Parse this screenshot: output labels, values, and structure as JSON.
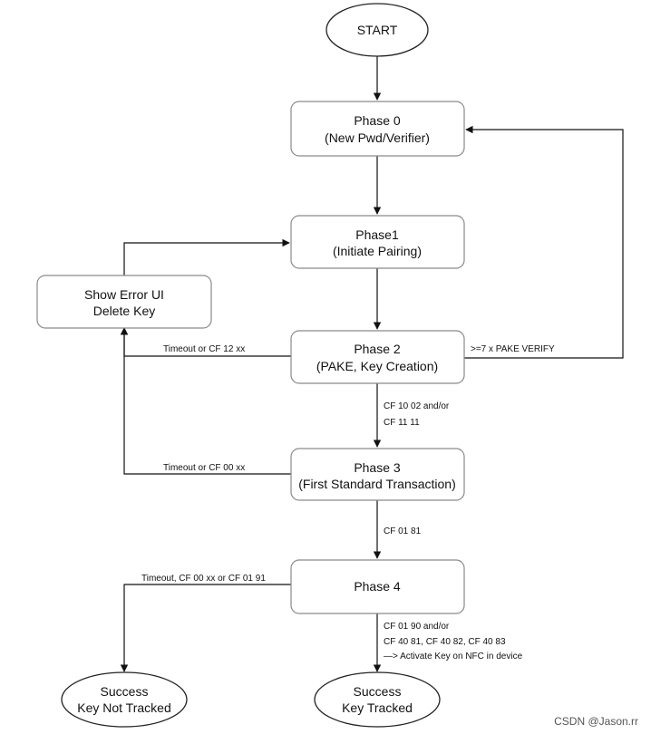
{
  "nodes": {
    "start": {
      "line1": "START"
    },
    "phase0": {
      "line1": "Phase 0",
      "line2": "(New Pwd/Verifier)"
    },
    "phase1": {
      "line1": "Phase1",
      "line2": "(Initiate Pairing)"
    },
    "error": {
      "line1": "Show Error UI",
      "line2": "Delete Key"
    },
    "phase2": {
      "line1": "Phase 2",
      "line2": "(PAKE, Key Creation)"
    },
    "phase3": {
      "line1": "Phase 3",
      "line2": "(First Standard Transaction)"
    },
    "phase4": {
      "line1": "Phase 4"
    },
    "success_not_tracked": {
      "line1": "Success",
      "line2": "Key Not Tracked"
    },
    "success_tracked": {
      "line1": "Success",
      "line2": "Key Tracked"
    }
  },
  "edges": {
    "phase2_to_error": "Timeout or CF 12 xx",
    "phase2_to_phase0": ">=7 x PAKE VERIFY",
    "phase2_to_phase3_line1": "CF 10 02 and/or",
    "phase2_to_phase3_line2": "CF 11 11",
    "phase3_to_error": "Timeout or CF 00 xx",
    "phase3_to_phase4": "CF 01 81",
    "phase4_to_not_tracked": "Timeout, CF 00 xx or CF 01 91",
    "phase4_to_tracked_line1": "CF 01 90 and/or",
    "phase4_to_tracked_line2": "CF 40 81, CF 40 82, CF 40 83",
    "phase4_to_tracked_line3": "—> Activate Key on NFC in device"
  },
  "watermark": "CSDN @Jason.rr"
}
